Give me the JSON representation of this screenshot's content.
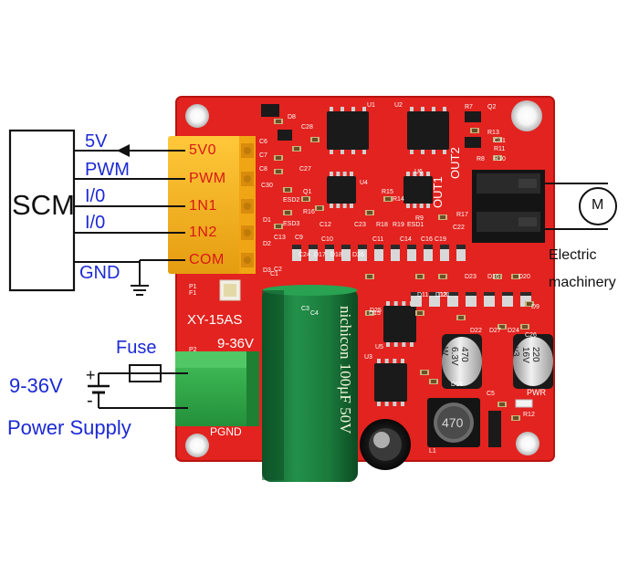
{
  "scm_label": "SCM",
  "pin_labels_left": [
    "5V",
    "PWM",
    "I/0",
    "I/0",
    "GND"
  ],
  "terminal_labels": [
    "5V0",
    "PWM",
    "1N1",
    "1N2",
    "COM"
  ],
  "board_name": "XY-15AS",
  "board_voltage": "9-36V",
  "pgnd_label": "PGND",
  "fuse_label": "Fuse",
  "supply_voltage": "9-36V",
  "plus_sign": "+",
  "minus_sign": "-",
  "power_supply_label": "Power Supply",
  "motor_symbol": "M",
  "electric_line1": "Electric",
  "electric_line2": "machinery",
  "output_labels": [
    "OUT1",
    "OUT2"
  ],
  "pwr_label": "PWR",
  "big_cap_text": "nichicon 100μF 50V",
  "inductor_label": "470",
  "cap1_text": [
    "470",
    "6.3V",
    "W"
  ],
  "cap2_text": [
    "220",
    "16V",
    "v3"
  ],
  "chip_labels": [
    "U1",
    "U2",
    "U6",
    "U4",
    "U5",
    "U3"
  ],
  "component_refs": [
    "D8",
    "C6",
    "C7",
    "C8",
    "C27",
    "C30",
    "C28",
    "R7",
    "Q2",
    "R13",
    "C31",
    "R11",
    "R10",
    "R8",
    "Q1",
    "R16",
    "R15",
    "R14",
    "R9",
    "C23",
    "C12",
    "C13",
    "C9",
    "C10",
    "C11",
    "C14",
    "C16",
    "C19",
    "C22",
    "C24",
    "D17",
    "D18",
    "D26",
    "D23",
    "D16",
    "D20",
    "D11",
    "D13",
    "D15",
    "D21",
    "D22",
    "D27",
    "D24",
    "D9",
    "D14",
    "C26",
    "C5",
    "R12",
    "L1",
    "P1",
    "P2",
    "F1",
    "D1",
    "D2",
    "D3",
    "C1",
    "C2",
    "C3",
    "C4",
    "D25",
    "R17",
    "R18",
    "R19",
    "ESD1",
    "ESD2",
    "ESD3"
  ],
  "colors": {
    "pcb": "#e2231f",
    "pcb_dark": "#b8130f",
    "terminal_orange": "#f5b21d",
    "terminal_green": "#2fa644",
    "cap_green": "#1d7e3e",
    "wire": "#111111",
    "label_blue": "#1c2ad4",
    "label_red": "#d81818"
  }
}
